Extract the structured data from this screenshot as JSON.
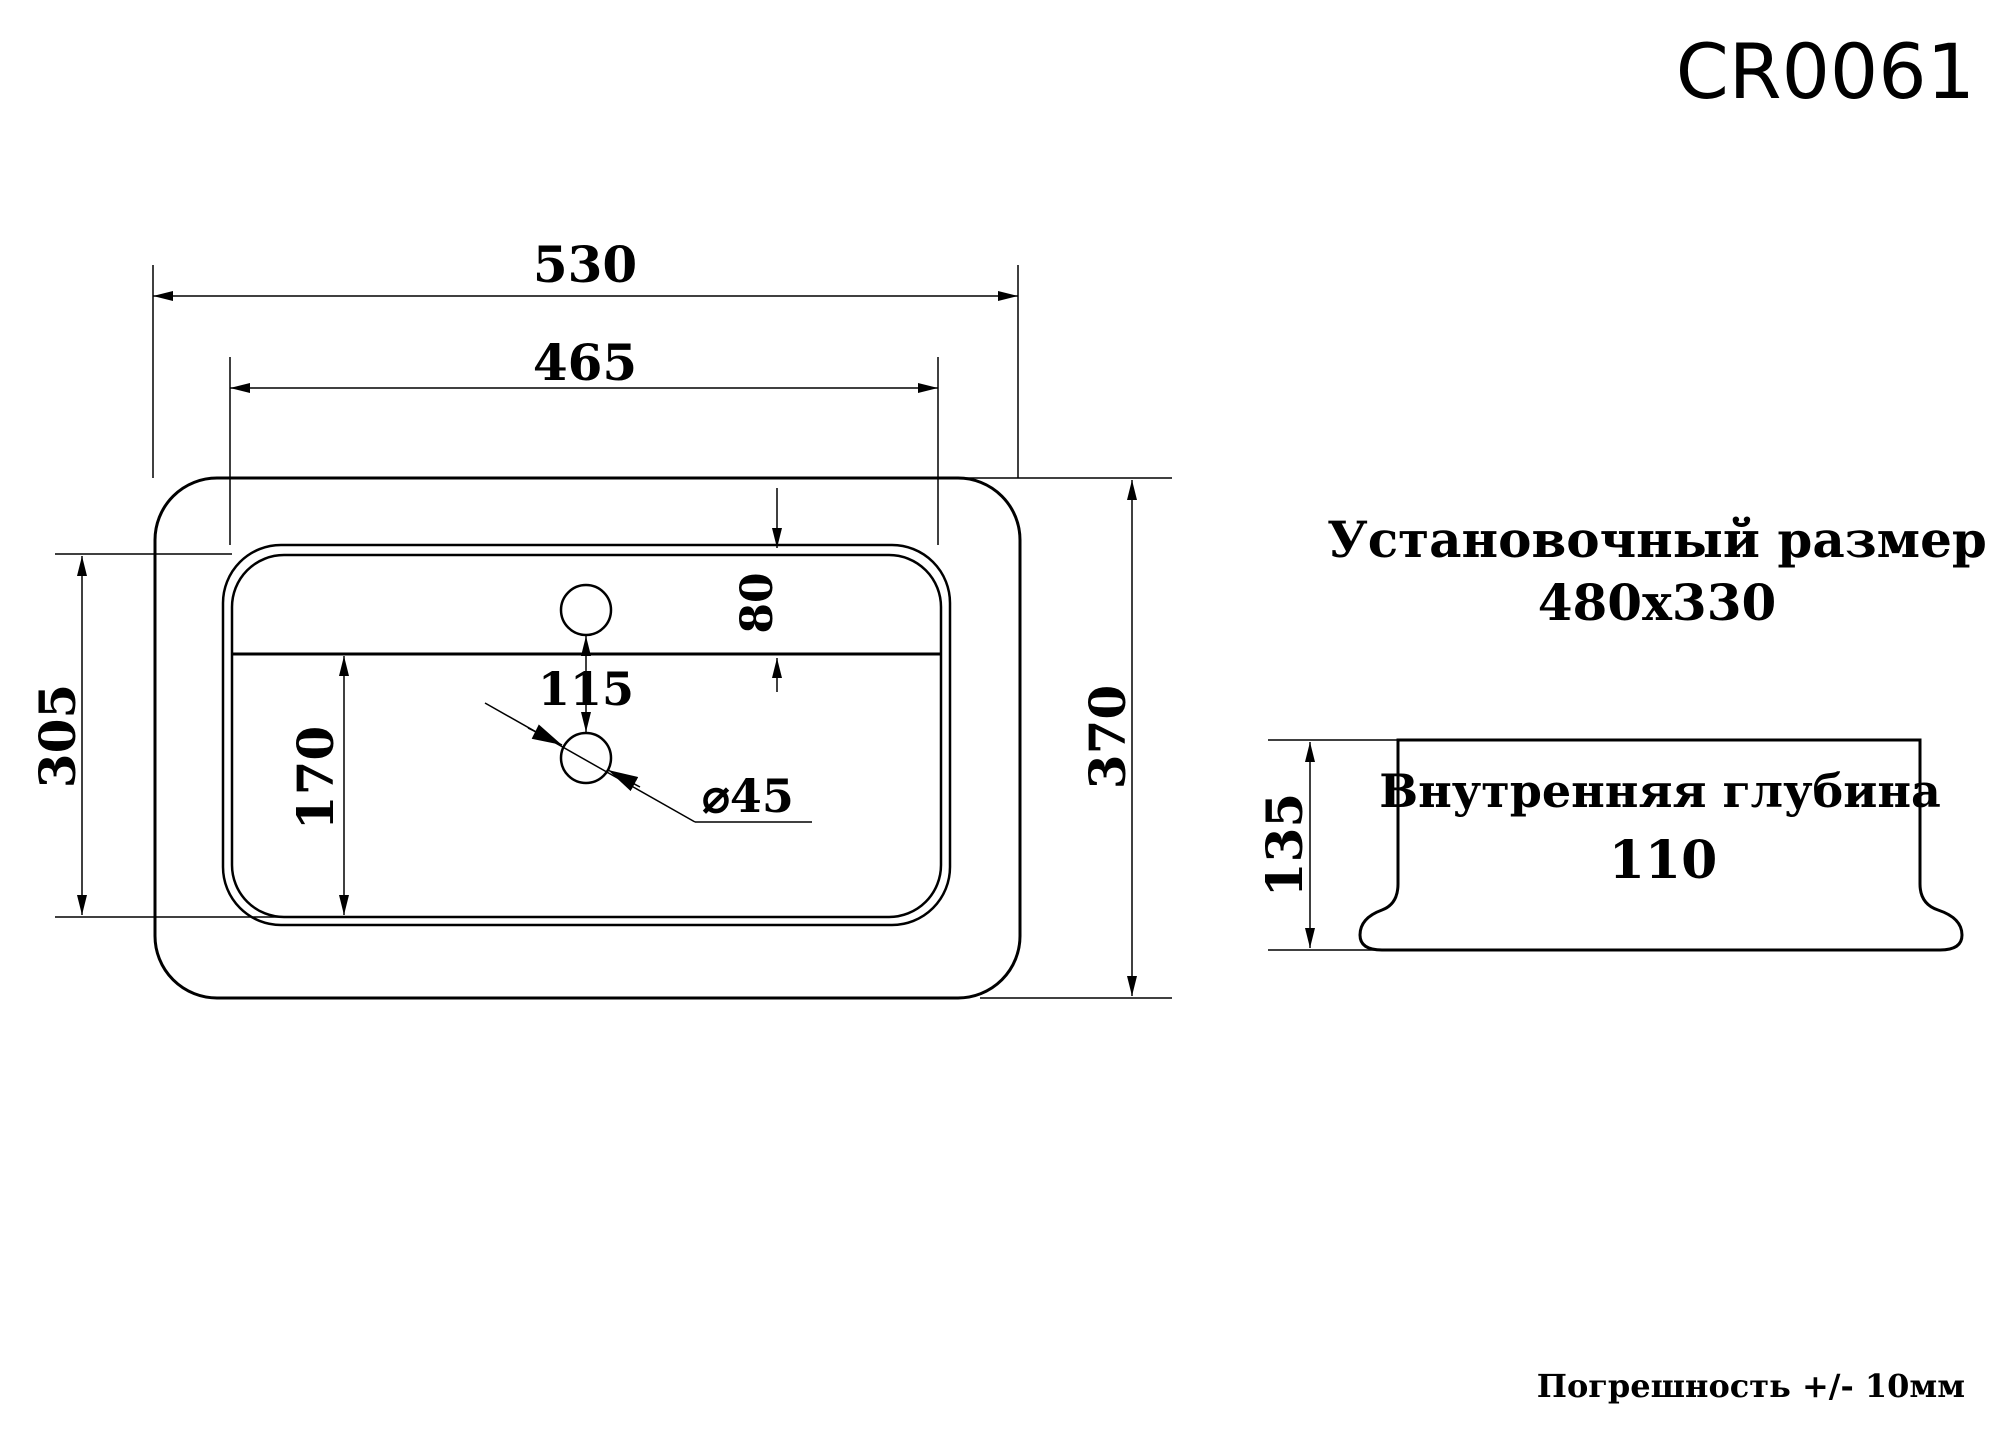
{
  "model": "CR0061",
  "dimensions": {
    "outer_width": "530",
    "inner_width": "465",
    "outer_depth": "370",
    "inner_depth": "305",
    "back_to_hole": "80",
    "hole_spacing": "115",
    "drain_to_front": "170",
    "hole_diameter": "⌀45",
    "height": "135"
  },
  "installation": {
    "title": "Установочный размер",
    "value": "480x330"
  },
  "inner_depth_note": {
    "title": "Внутренняя глубина",
    "value": "110"
  },
  "tolerance": "Погрешность +/- 10мм"
}
